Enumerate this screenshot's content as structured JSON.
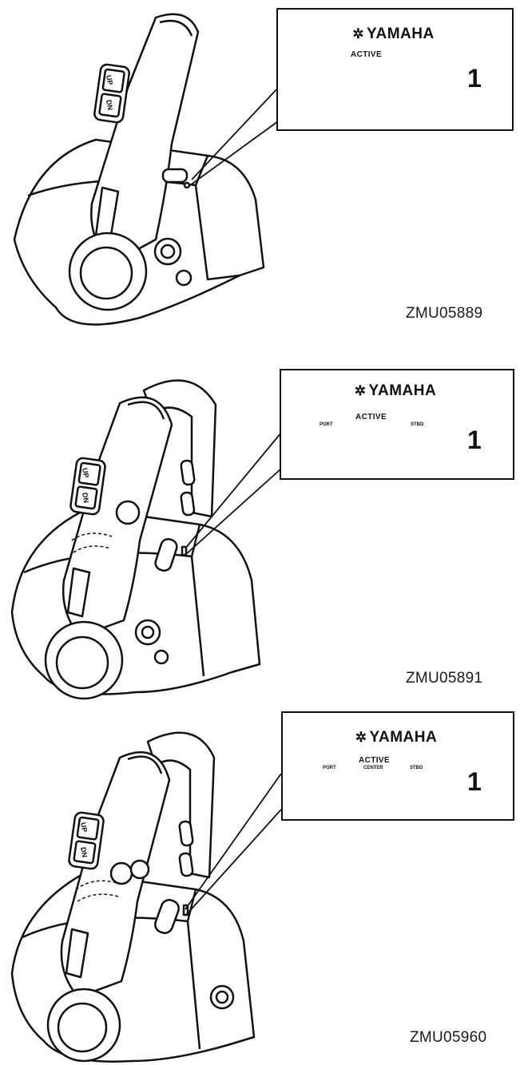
{
  "figures": [
    {
      "id": "ZMU05889",
      "brand": "YAMAHA",
      "active_label": "ACTIVE",
      "station_labels": [],
      "callout_number": "1",
      "lever_buttons": [
        "UP",
        "DN"
      ]
    },
    {
      "id": "ZMU05891",
      "brand": "YAMAHA",
      "active_label": "ACTIVE",
      "station_labels": [
        "PORT",
        "STBD"
      ],
      "callout_number": "1",
      "lever_buttons": [
        "UP",
        "DN"
      ]
    },
    {
      "id": "ZMU05960",
      "brand": "YAMAHA",
      "active_label": "ACTIVE",
      "station_labels": [
        "PORT",
        "CENTER",
        "STBD"
      ],
      "callout_number": "1",
      "lever_buttons": [
        "UP",
        "DN"
      ]
    }
  ],
  "colors": {
    "ink": "#111111",
    "paper": "#ffffff",
    "shade": "#d9d9d9"
  }
}
